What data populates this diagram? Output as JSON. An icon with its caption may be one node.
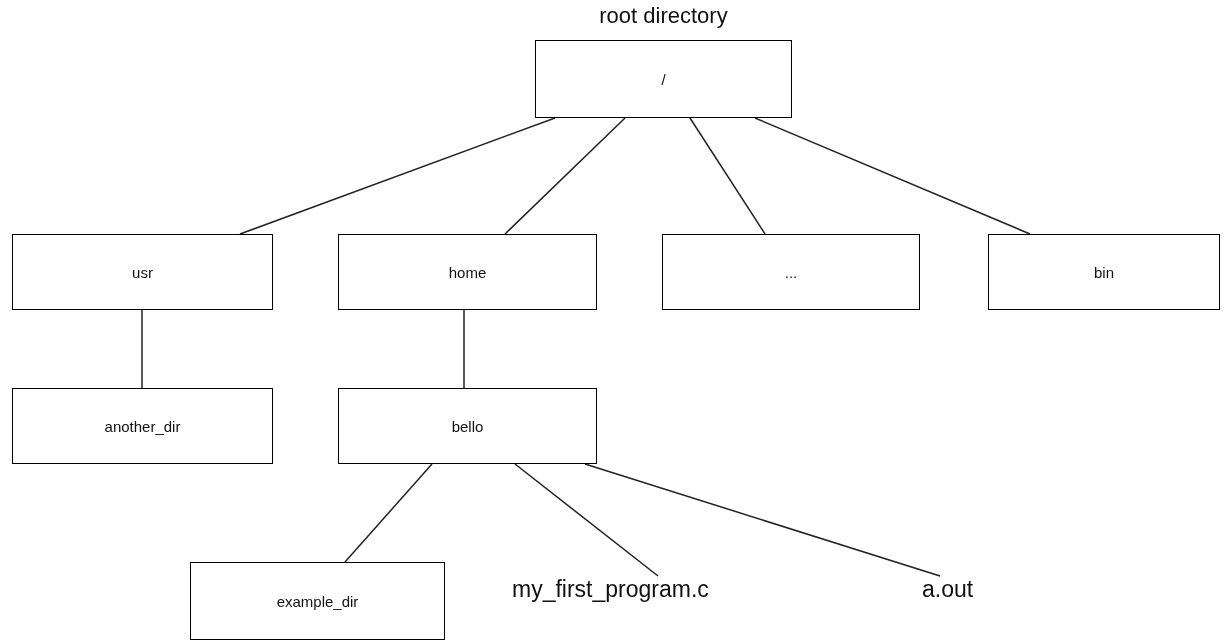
{
  "diagram": {
    "nodes": [
      {
        "text": [
          "root directory",
          "/"
        ]
      },
      {
        "text": [
          "usr"
        ]
      },
      {
        "text": [
          "home"
        ]
      },
      {
        "text": [
          "..."
        ]
      },
      {
        "text": [
          "bin"
        ]
      },
      {
        "text": [
          "another_dir"
        ]
      },
      {
        "text": [
          "bello"
        ]
      },
      {
        "text": [
          "example_dir"
        ]
      },
      {
        "text": [
          "my_first_program.c"
        ]
      },
      {
        "text": [
          "a.out"
        ]
      }
    ],
    "edges": [
      {
        "from": 0,
        "to": 1,
        "arrow": "none"
      },
      {
        "from": 0,
        "to": 2,
        "arrow": "none"
      },
      {
        "from": 0,
        "to": 3,
        "arrow": "none"
      },
      {
        "from": 0,
        "to": 4,
        "arrow": "none"
      },
      {
        "from": 1,
        "to": 5,
        "arrow": "none"
      },
      {
        "from": 2,
        "to": 6,
        "arrow": "none"
      },
      {
        "from": 6,
        "to": 7,
        "arrow": "none"
      },
      {
        "from": 6,
        "to": 8,
        "arrow": "none"
      },
      {
        "from": 6,
        "to": 9,
        "arrow": "none"
      }
    ]
  }
}
